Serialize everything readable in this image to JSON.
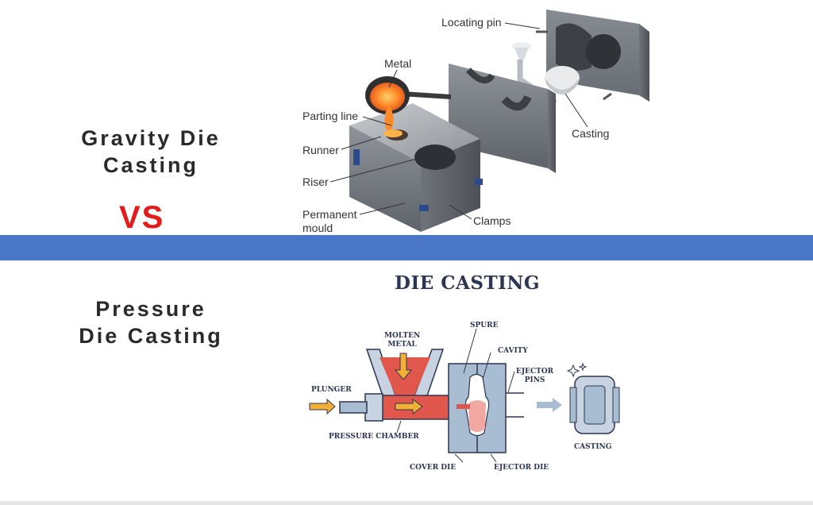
{
  "left": {
    "gravity_line1": "Gravity Die",
    "gravity_line2": "Casting",
    "vs": "VS",
    "pressure_line1": "Pressure",
    "pressure_line2": "Die Casting"
  },
  "gravity_diagram": {
    "locating_pin": "Locating pin",
    "metal": "Metal",
    "parting_line": "Parting line",
    "runner": "Runner",
    "riser": "Riser",
    "permanent_mould_1": "Permanent",
    "permanent_mould_2": "mould",
    "clamps": "Clamps",
    "casting": "Casting"
  },
  "die_diagram": {
    "title": "DIE CASTING",
    "molten_metal_1": "MOLTEN",
    "molten_metal_2": "METAL",
    "spure": "SPURE",
    "cavity": "CAVITY",
    "ejector_pins_1": "EJECTOR",
    "ejector_pins_2": "PINS",
    "plunger": "PLUNGER",
    "pressure_chamber": "PRESSURE CHAMBER",
    "cover_die": "COVER DIE",
    "ejector_die": "EJECTOR DIE",
    "casting": "CASTING"
  },
  "colors": {
    "divider_band": "#4a76c8",
    "vs_red": "#e31b1b",
    "title_navy": "#2c3553",
    "molten": "#e2574c",
    "arrow_orange": "#f2b134",
    "die_steel": "#a9bdd2"
  }
}
